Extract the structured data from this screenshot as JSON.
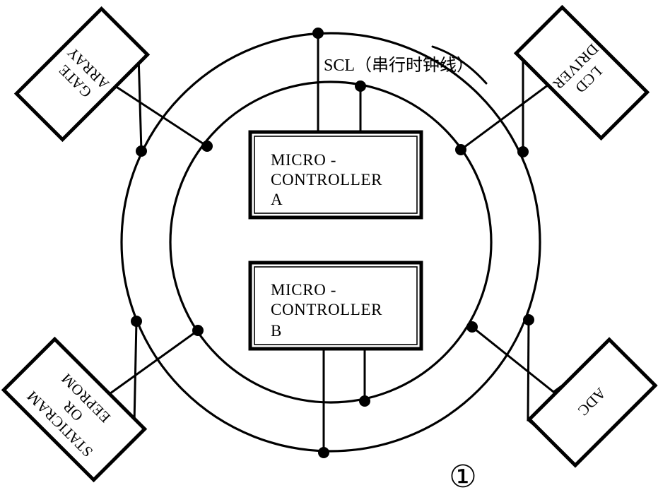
{
  "figure": {
    "number_label": "①",
    "bus_annotation": "SCL（串行时钟线）"
  },
  "controllers": [
    {
      "id": "micro-controller-a",
      "line1": "MICRO -",
      "line2": "CONTROLLER",
      "line3": "A"
    },
    {
      "id": "micro-controller-b",
      "line1": "MICRO -",
      "line2": "CONTROLLER",
      "line3": "B"
    }
  ],
  "peripherals": [
    {
      "id": "gate-array",
      "position": "top-left",
      "line1": "GATE",
      "line2": "ARRAY",
      "line3": ""
    },
    {
      "id": "lcd-driver",
      "position": "top-right",
      "line1": "LCD",
      "line2": "DRIVER",
      "line3": ""
    },
    {
      "id": "staticram-or-eeprom",
      "position": "bottom-left",
      "line1": "STATICRAM",
      "line2": "OR",
      "line3": "EEPROM"
    },
    {
      "id": "adc",
      "position": "bottom-right",
      "line1": "ADC",
      "line2": "",
      "line3": ""
    }
  ],
  "colors": {
    "ink": "#000000",
    "paper": "#ffffff"
  }
}
